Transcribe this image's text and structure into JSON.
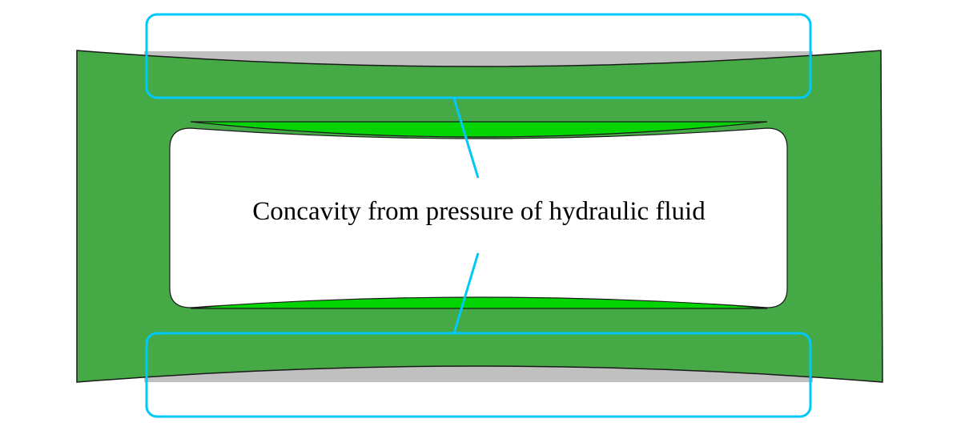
{
  "diagram": {
    "annotation": "Concavity from pressure of hydraulic fluid",
    "colors": {
      "body_green": "#45aa45",
      "cavity_green": "#04d404",
      "deformation_gray": "#c0c0c0",
      "callout_blue": "#00c8f8",
      "outline": "#1a1a1a",
      "background": "#ffffff"
    },
    "elements": [
      {
        "name": "seal-body",
        "description": "Green rectangular body with concave top and bottom edges"
      },
      {
        "name": "inner-window",
        "description": "Rounded rectangular opening in the body"
      },
      {
        "name": "top-concavity",
        "description": "Gray region showing top outer surface deflection"
      },
      {
        "name": "bottom-concavity",
        "description": "Gray region showing bottom outer surface deflection"
      },
      {
        "name": "top-callout-box",
        "description": "Blue rounded rectangle highlighting top concavity"
      },
      {
        "name": "bottom-callout-box",
        "description": "Blue rounded rectangle highlighting bottom concavity"
      }
    ]
  }
}
